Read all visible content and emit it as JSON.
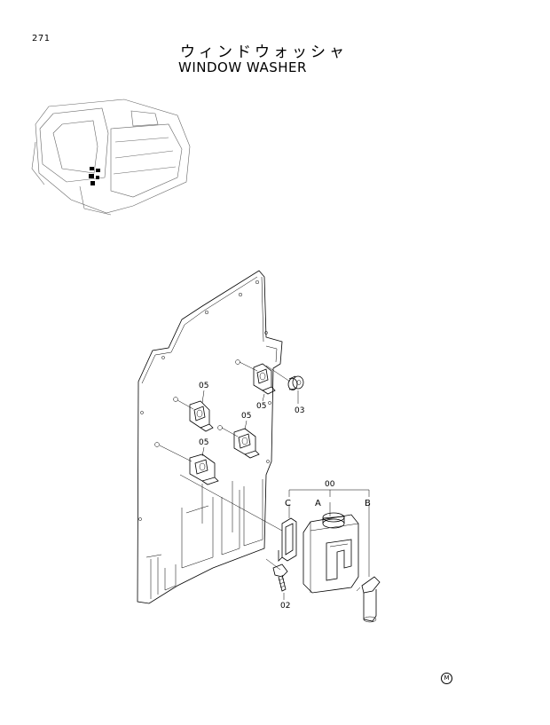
{
  "page": {
    "number": "271",
    "title_jp": "ウィンドウォッシャ",
    "title_en": "WINDOW WASHER",
    "mark": "M"
  },
  "callouts": {
    "assembly": "00",
    "tank": "A",
    "pump": "B",
    "bracket": "C",
    "bolt": "02",
    "grommet": "03",
    "clip_upper": "05",
    "clip_left": "05",
    "clip_middle": "05",
    "clip_lower": "05"
  }
}
